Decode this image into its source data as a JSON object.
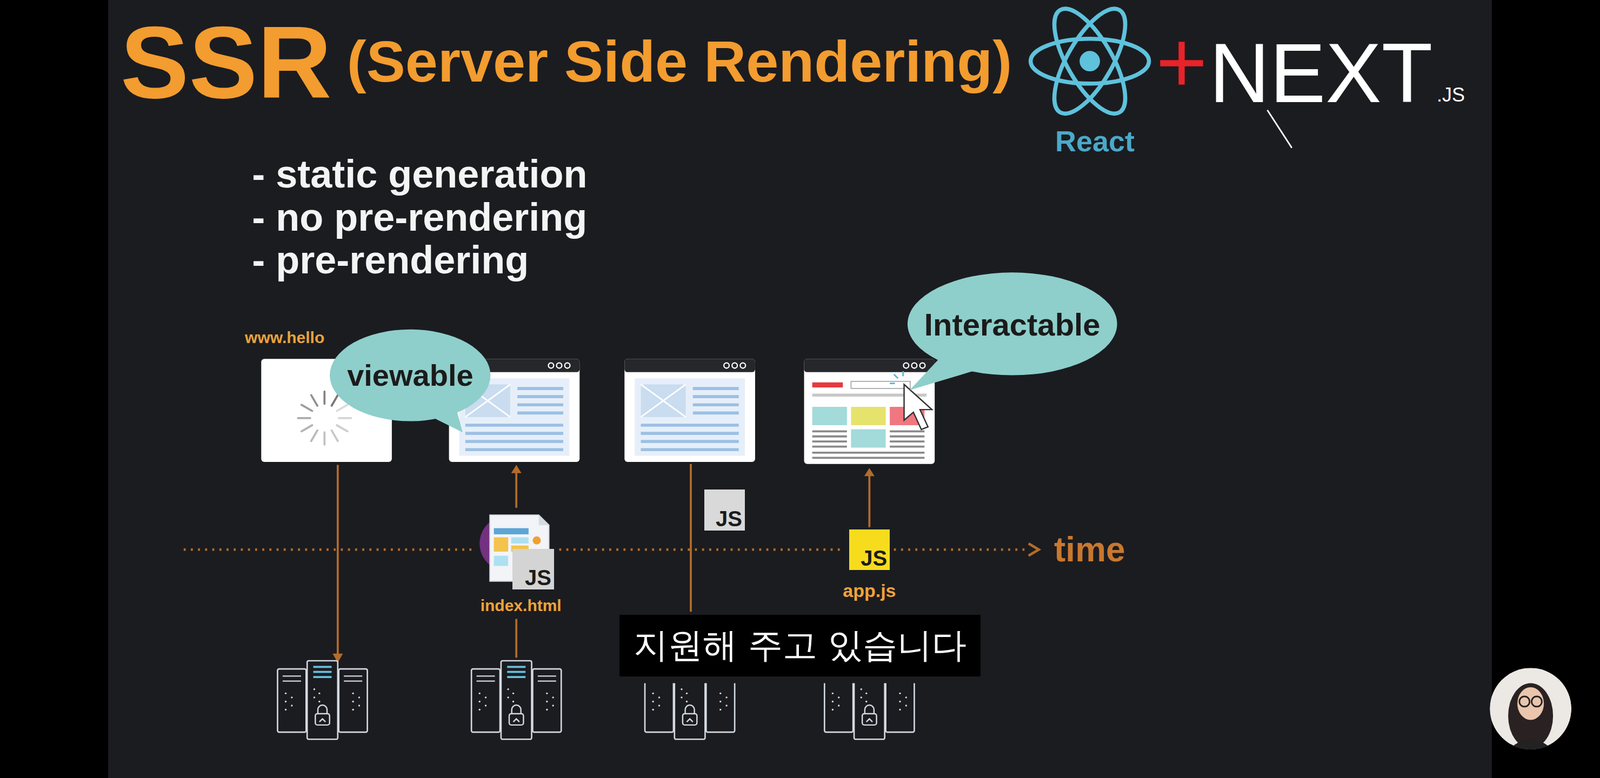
{
  "diagram": {
    "title": "SSR",
    "nodes": [
      {
        "text": [
          "viewable"
        ]
      },
      {
        "text": [
          "Interactable"
        ]
      },
      {
        "text": [
          "JS",
          "index.html"
        ]
      },
      {
        "text": [
          "JS"
        ]
      },
      {
        "text": [
          "JS",
          "app.js"
        ]
      },
      {
        "text": [
          "지원해 주고 있습니다"
        ]
      }
    ],
    "labels": [
      "(Server Side Rendering)",
      "React",
      "NEXT",
      ".JS",
      "- static generation",
      "- no pre-rendering",
      "- pre-rendering",
      "www.hello",
      "time"
    ]
  }
}
